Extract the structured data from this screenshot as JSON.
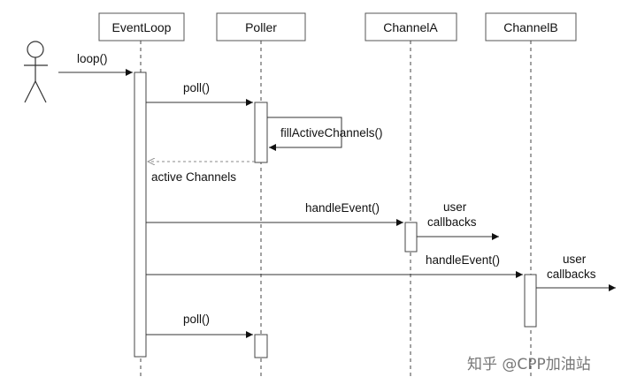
{
  "participants": {
    "event_loop": "EventLoop",
    "poller": "Poller",
    "channel_a": "ChannelA",
    "channel_b": "ChannelB"
  },
  "messages": {
    "loop": "loop()",
    "poll_1": "poll()",
    "fill_active_channels": "fillActiveChannels()",
    "active_channels": "active Channels",
    "handle_event_a": "handleEvent()",
    "user_callbacks_a_line1": "user",
    "user_callbacks_a_line2": "callbacks",
    "handle_event_b": "handleEvent()",
    "user_callbacks_b_line1": "user",
    "user_callbacks_b_line2": "callbacks",
    "poll_2": "poll()"
  },
  "watermark": "知乎 @CPP加油站",
  "colors": {
    "line": "#333333",
    "return_line": "#888888",
    "watermark": "#777777"
  }
}
